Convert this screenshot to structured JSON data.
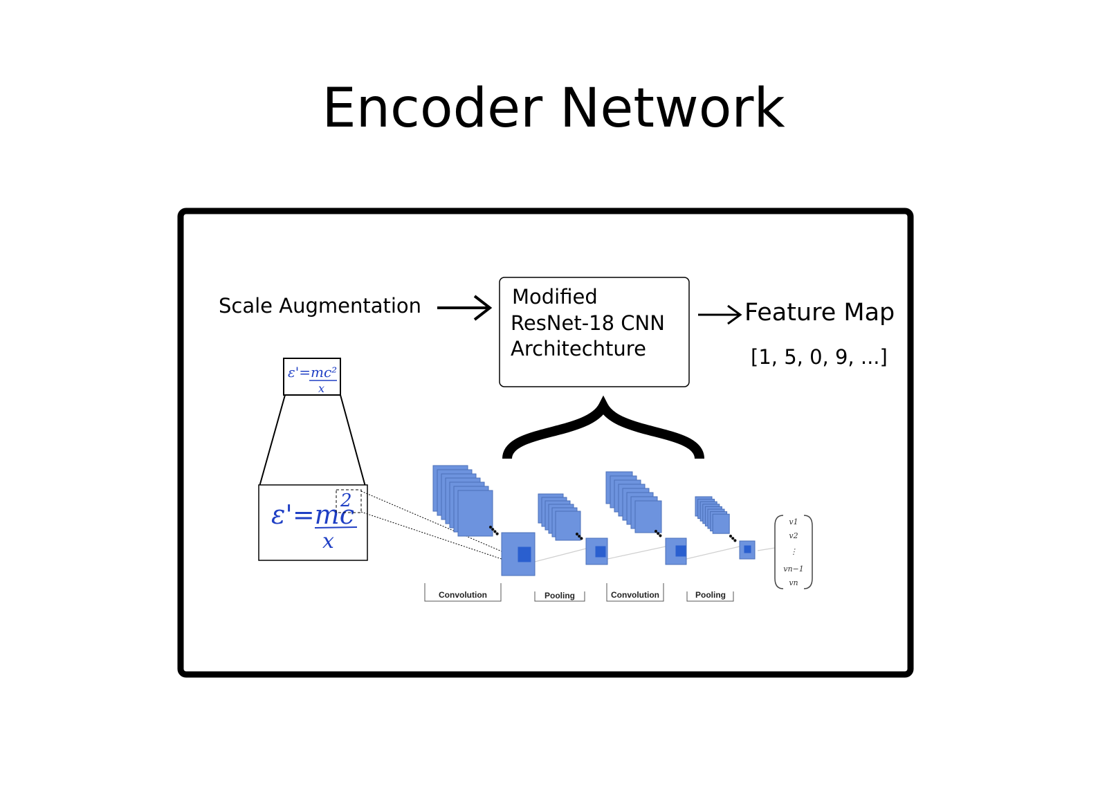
{
  "title": "Encoder Network",
  "diagram": {
    "input_label": "Scale Augmentation",
    "model_box": {
      "line1": "Modified",
      "line2": "ResNet-18 CNN",
      "line3": "Architechture"
    },
    "output_label": "Feature Map",
    "output_example": "[1, 5, 0, 9, ...]",
    "stages": [
      "Convolution",
      "Pooling",
      "Convolution",
      "Pooling"
    ],
    "vector_entries": [
      "v1",
      "v2",
      "⋮",
      "vn−1",
      "vn"
    ],
    "handwritten_equation": "ε' = mc² / x",
    "colors": {
      "layer_fill": "#6d93de",
      "layer_stroke": "#4a6fb8",
      "kernel_fill": "#2a5fcf",
      "ink_blue": "#1f3fc4"
    }
  }
}
